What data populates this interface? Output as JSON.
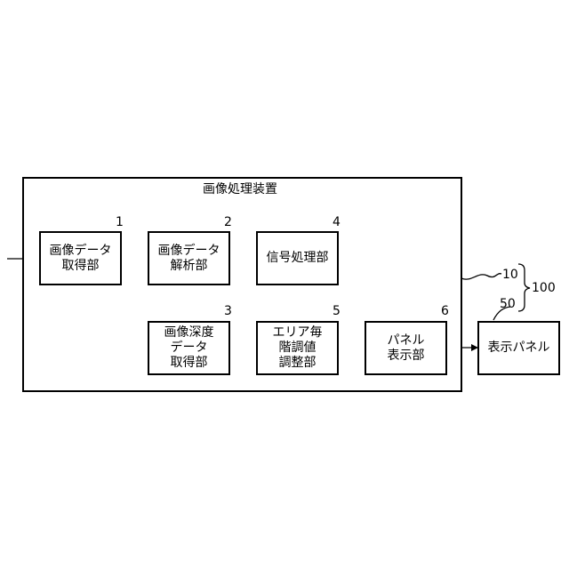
{
  "device": {
    "title": "画像処理装置"
  },
  "blocks": {
    "image_data_acquisition": {
      "label": "画像データ\n取得部",
      "ref": "1"
    },
    "image_data_analysis": {
      "label": "画像データ\n解析部",
      "ref": "2"
    },
    "depth_data_acquisition": {
      "label": "画像深度\nデータ\n取得部",
      "ref": "3"
    },
    "signal_processing": {
      "label": "信号処理部",
      "ref": "4"
    },
    "area_gradation_adjust": {
      "label": "エリア毎\n階調値\n調整部",
      "ref": "5"
    },
    "panel_display_unit": {
      "label": "パネル\n表示部",
      "ref": "6"
    },
    "display_panel": {
      "label": "表示パネル"
    }
  },
  "refs": {
    "device": "10",
    "panel": "50",
    "system": "100"
  }
}
